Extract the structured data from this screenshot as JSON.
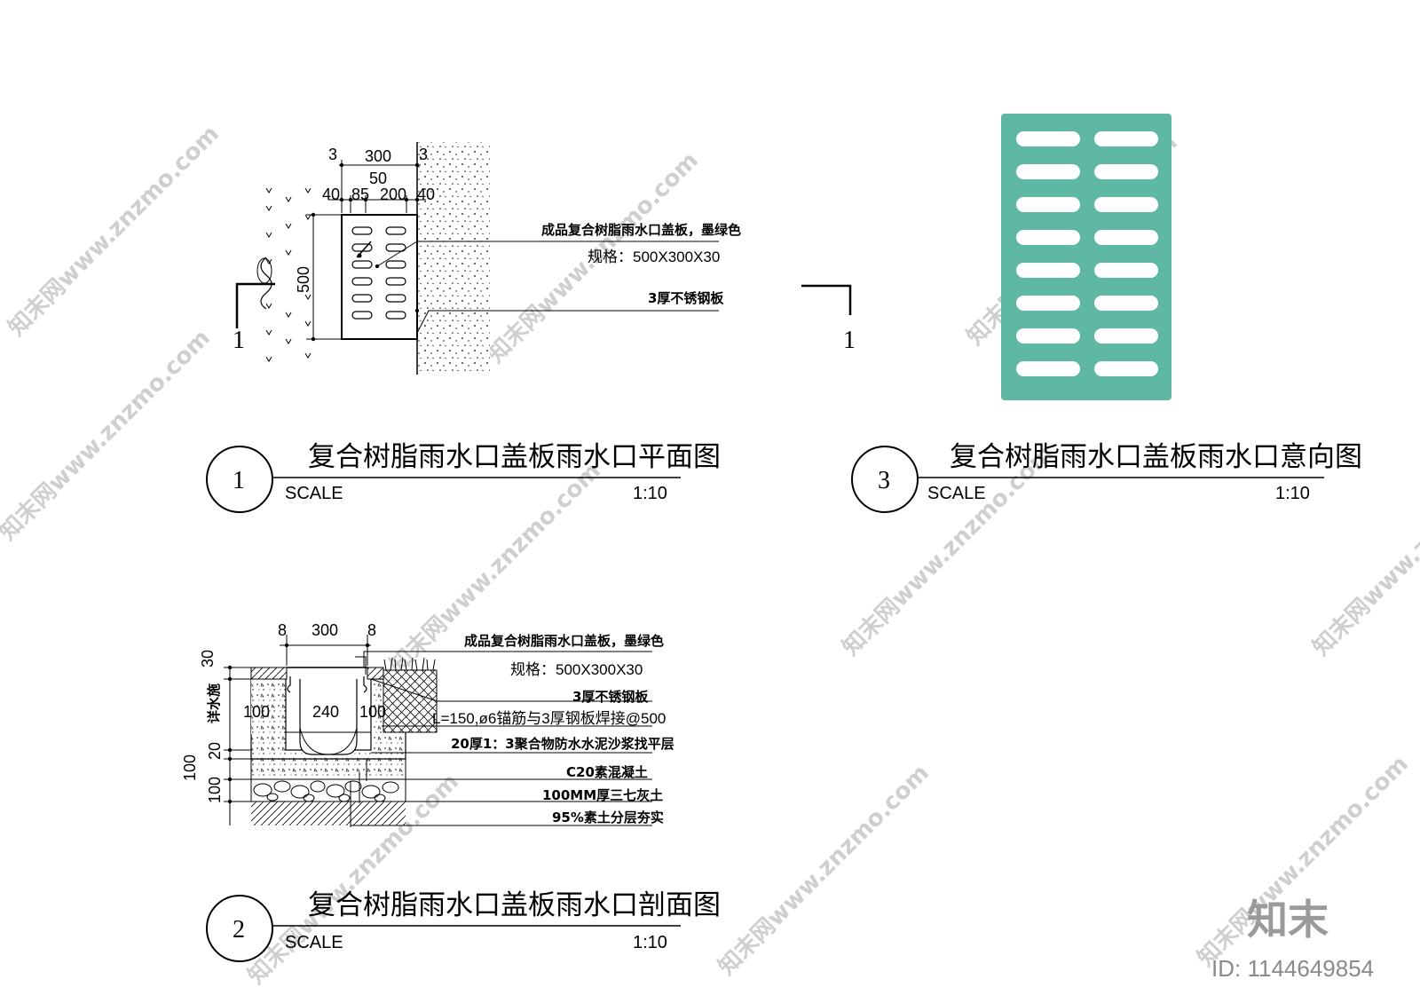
{
  "detail1": {
    "number": "1",
    "title": "复合树脂雨水口盖板雨水口平面图",
    "scale_label": "SCALE",
    "scale_value": "1:10",
    "section_mark": "1",
    "dims": {
      "d3_left": "3",
      "d300": "300",
      "d3_right": "3",
      "d50": "50",
      "d40a": "40",
      "d85": "85",
      "d200": "200",
      "d40b": "40",
      "d500": "500"
    },
    "notes": {
      "cover": "成品复合树脂雨水口盖板，墨绿色",
      "spec": "规格：500X300X30",
      "steel": "3厚不锈钢板"
    }
  },
  "detail2": {
    "number": "2",
    "title": "复合树脂雨水口盖板雨水口剖面图",
    "scale_label": "SCALE",
    "scale_value": "1:10",
    "dims": {
      "d8a": "8",
      "d300": "300",
      "d8b": "8",
      "d30": "30",
      "d240": "240",
      "d100a": "100",
      "d100b": "100",
      "d20": "20",
      "d100c": "100",
      "d100d": "100",
      "side_note": "详水施"
    },
    "notes": {
      "cover": "成品复合树脂雨水口盖板，墨绿色",
      "spec": "规格：500X300X30",
      "steel": "3厚不锈钢板",
      "anchor": "L=150,ø6锚筋与3厚钢板焊接@500",
      "mortar": "20厚1：3聚合物防水水泥沙浆找平层",
      "concrete": "C20素混凝土",
      "lime": "100MM厚三七灰土",
      "soil": "95%素土分层夯实"
    }
  },
  "detail3": {
    "number": "3",
    "title": "复合树脂雨水口盖板雨水口意向图",
    "scale_label": "SCALE",
    "scale_value": "1:10",
    "section_mark": "1",
    "grate_color": "#5fb8a4"
  },
  "watermark": {
    "text": "知末网www.znzmo.com"
  },
  "brand": {
    "logo": "知末",
    "id": "ID: 1144649854"
  }
}
